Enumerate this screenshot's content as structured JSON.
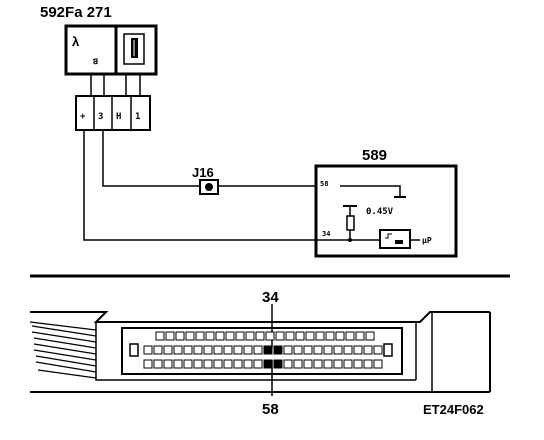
{
  "sensor": {
    "label": "592Fa 271",
    "lambda_symbol": "λ",
    "pin_symbols": [
      "+",
      "3",
      "H",
      "1"
    ],
    "inner_mark": "ᥑ"
  },
  "connector_j16": {
    "label": "J16"
  },
  "ecu": {
    "label": "589",
    "pin_top": "58",
    "voltage": "0.45V",
    "pin_input": "34"
  },
  "ecu_connector": {
    "pin_top": "34",
    "pin_bottom": "58"
  },
  "figure_code": "ET24F062"
}
